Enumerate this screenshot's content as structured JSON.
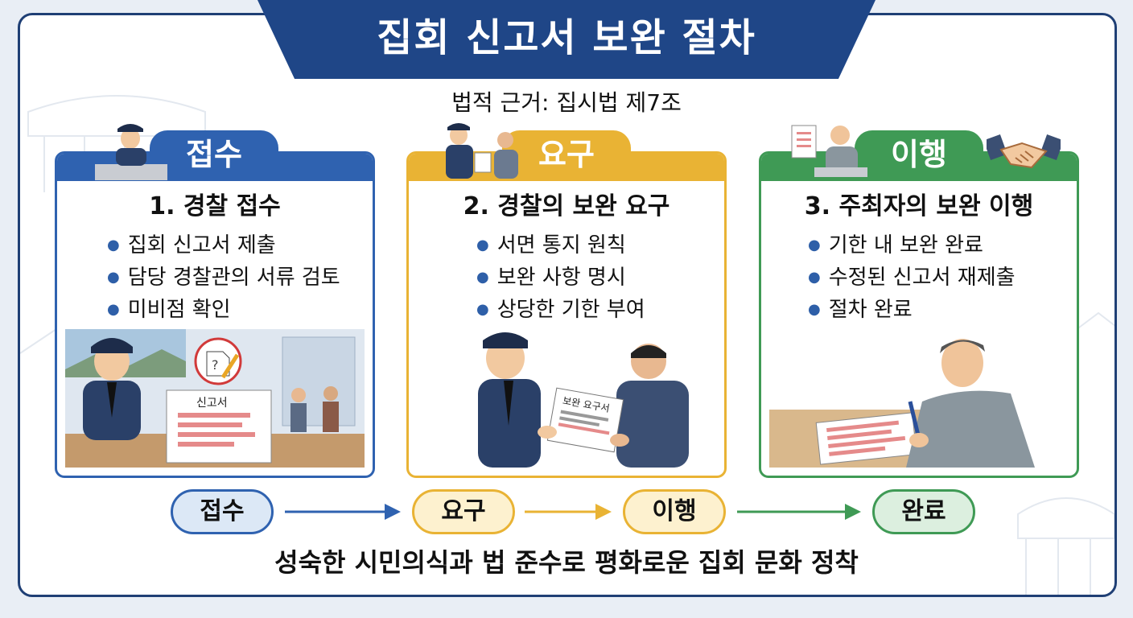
{
  "title": "집회 신고서 보완 절차",
  "subtitle": "법적 근거: 집시법 제7조",
  "colors": {
    "frame": "#1f3f75",
    "title_bg": "#1f4687",
    "step1": "#2f62b0",
    "step2": "#e9b334",
    "step3": "#3f9a55",
    "step4": "#3f9a55"
  },
  "steps": [
    {
      "tab": "접수",
      "title": "1. 경찰 접수",
      "bullets": [
        "집회 신고서 제출",
        "담당 경찰관의 서류 검토",
        "미비점 확인"
      ],
      "icon": "police-officer-at-desk-icon",
      "illustration": "police-officer-reviewing-report"
    },
    {
      "tab": "요구",
      "title": "2. 경찰의 보완 요구",
      "bullets": [
        "서면 통지 원칙",
        "보완 사항 명시",
        "상당한 기한 부여"
      ],
      "icon": "officer-handing-document-icon",
      "illustration": "officer-handing-notice-to-citizen"
    },
    {
      "tab": "이행",
      "title": "3. 주최자의 보완 이행",
      "bullets": [
        "기한 내 보완 완료",
        "수정된 신고서 재제출",
        "절차 완료"
      ],
      "icon": "handshake-icon",
      "illustration": "organizer-revising-form"
    }
  ],
  "flow": [
    "접수",
    "요구",
    "이행",
    "완료"
  ],
  "footer": "성숙한 시민의식과 법 준수로 평화로운 집회 문화 정착",
  "illustration_labels": {
    "form_title": "신고서",
    "notice_title": "보완 요구서"
  }
}
